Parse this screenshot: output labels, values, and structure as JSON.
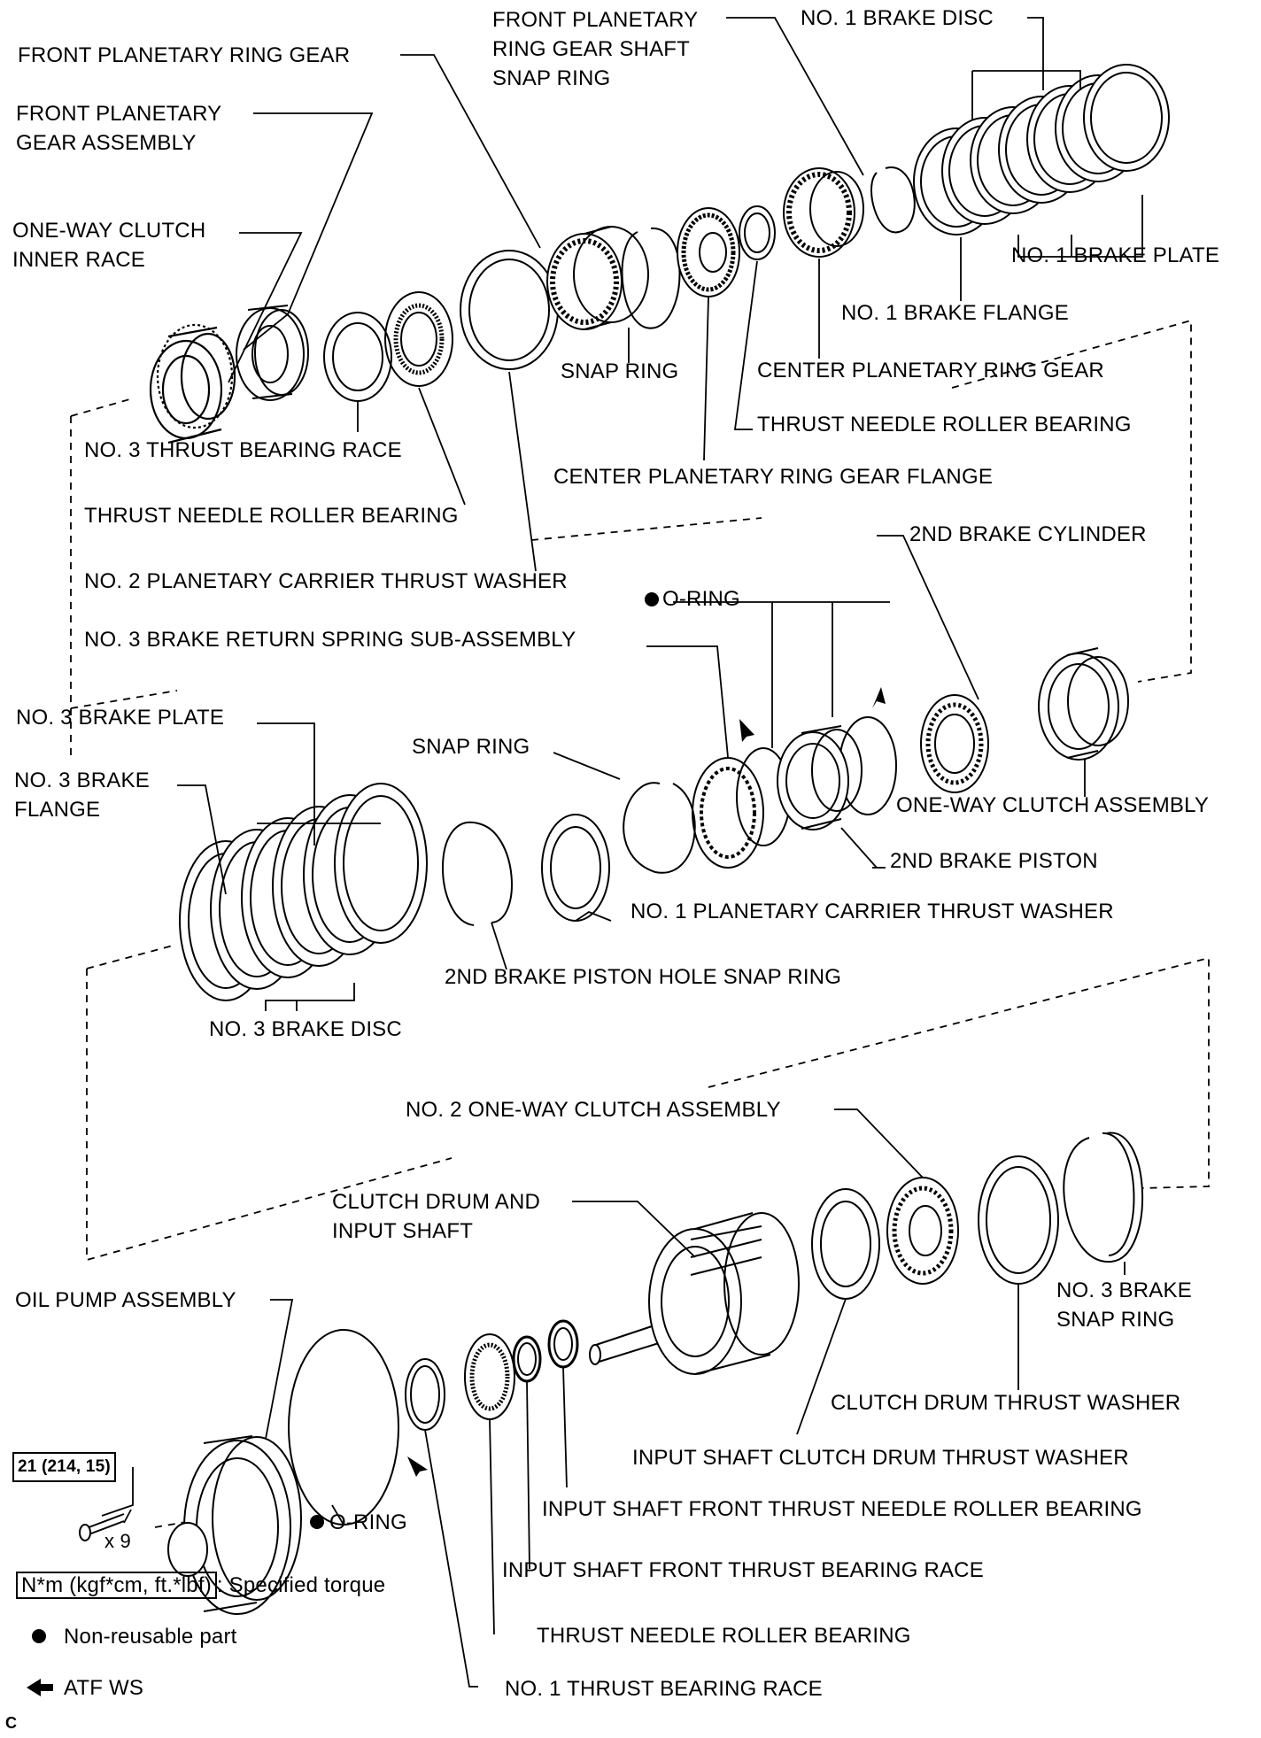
{
  "labels": {
    "front_planetary_ring_gear_shaft_snap_ring": [
      "FRONT PLANETARY",
      "RING GEAR SHAFT",
      "SNAP RING"
    ],
    "no1_brake_disc": "NO. 1 BRAKE DISC",
    "front_planetary_ring_gear": "FRONT PLANETARY RING GEAR",
    "front_planetary_gear_assembly": [
      "FRONT PLANETARY",
      "GEAR ASSEMBLY"
    ],
    "one_way_clutch_inner_race": [
      "ONE-WAY CLUTCH",
      "INNER RACE"
    ],
    "no1_brake_plate": "NO. 1 BRAKE PLATE",
    "no1_brake_flange": "NO. 1 BRAKE FLANGE",
    "snap_ring_top": "SNAP RING",
    "center_planetary_ring_gear": "CENTER PLANETARY RING GEAR",
    "thrust_needle_roller_bearing_top": "THRUST NEEDLE ROLLER BEARING",
    "no3_thrust_bearing_race": "NO. 3 THRUST BEARING RACE",
    "center_planetary_ring_gear_flange": "CENTER PLANETARY RING GEAR FLANGE",
    "thrust_needle_roller_bearing_left": "THRUST NEEDLE ROLLER BEARING",
    "second_brake_cylinder": "2ND BRAKE CYLINDER",
    "no2_planetary_carrier_thrust_washer": "NO. 2 PLANETARY CARRIER THRUST WASHER",
    "o_ring_top": "O-RING",
    "no3_brake_return_spring": "NO. 3 BRAKE RETURN SPRING SUB-ASSEMBLY",
    "no3_brake_plate": "NO. 3 BRAKE PLATE",
    "snap_ring_mid": "SNAP RING",
    "no3_brake_flange": [
      "NO. 3 BRAKE",
      "FLANGE"
    ],
    "one_way_clutch_assembly": "ONE-WAY CLUTCH ASSEMBLY",
    "second_brake_piston": "2ND BRAKE PISTON",
    "no1_planetary_carrier_thrust_washer": "NO. 1 PLANETARY CARRIER THRUST WASHER",
    "second_brake_piston_hole_snap_ring": "2ND BRAKE PISTON HOLE SNAP RING",
    "no3_brake_disc": "NO. 3 BRAKE DISC",
    "no2_one_way_clutch_assembly": "NO. 2 ONE-WAY CLUTCH ASSEMBLY",
    "clutch_drum_and_input_shaft": [
      "CLUTCH DRUM AND",
      "INPUT SHAFT"
    ],
    "oil_pump_assembly": "OIL PUMP ASSEMBLY",
    "no3_brake_snap_ring": [
      "NO. 3 BRAKE",
      "SNAP RING"
    ],
    "clutch_drum_thrust_washer": "CLUTCH DRUM THRUST WASHER",
    "input_shaft_clutch_drum_thrust_washer": "INPUT SHAFT CLUTCH DRUM THRUST WASHER",
    "torque_value": "21 (214, 15)",
    "input_shaft_front_thrust_needle_roller_bearing": "INPUT SHAFT FRONT THRUST NEEDLE ROLLER BEARING",
    "bolt_count": "x 9",
    "o_ring_bottom": "O-RING",
    "input_shaft_front_thrust_bearing_race": "INPUT SHAFT FRONT THRUST BEARING RACE",
    "thrust_needle_roller_bearing_bottom": "THRUST NEEDLE ROLLER BEARING",
    "no1_thrust_bearing_race": "NO. 1 THRUST BEARING RACE"
  },
  "legend": {
    "torque_units": "N*m (kgf*cm, ft.*lbf)",
    "torque_desc": ": Specified torque",
    "non_reusable": "Non-reusable part",
    "atf": "ATF WS"
  },
  "corner_mark": "C"
}
